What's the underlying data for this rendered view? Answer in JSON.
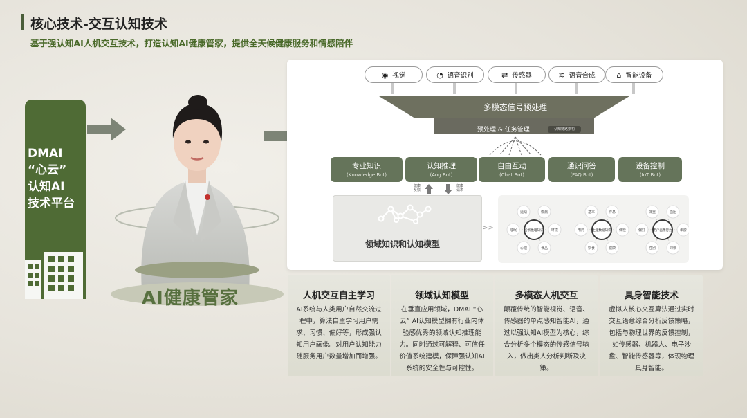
{
  "header": {
    "title": "核心技术-交互认知技术",
    "subtitle": "基于强认知AI人机交互技术，打造认知AI健康管家，提供全天候健康服务和情感陪伴"
  },
  "platform": {
    "lines": [
      "DMAI",
      "“心云”",
      "认知AI",
      "技术平台"
    ]
  },
  "avatar": {
    "label": "AI健康管家"
  },
  "sensors": [
    {
      "icon": "eye-icon",
      "glyph": "◉",
      "label": "视觉"
    },
    {
      "icon": "ear-icon",
      "glyph": "◔",
      "label": "语音识别"
    },
    {
      "icon": "sensor-icon",
      "glyph": "⇄",
      "label": "传感器"
    },
    {
      "icon": "waveform-icon",
      "glyph": "≋",
      "label": "语音合成"
    },
    {
      "icon": "router-icon",
      "glyph": "⌂",
      "label": "智能设备"
    }
  ],
  "processing": {
    "funnel_label": "多模态信号预处理",
    "box_label": "预处理 & 任务管理",
    "tag": "认知链路架构"
  },
  "bots": [
    {
      "name": "专业知识",
      "en": "(Knowledge Bot)"
    },
    {
      "name": "认知推理",
      "en": "(Aog Bot)"
    },
    {
      "name": "自由互动",
      "en": "(Chat Bot)"
    },
    {
      "name": "通识问答",
      "en": "(FAQ Bot)"
    },
    {
      "name": "设备控制",
      "en": "(IoT Bot)"
    }
  ],
  "link_labels": {
    "left": "健康反馈",
    "right": "健康请求"
  },
  "domain": {
    "label": "领域知识和认知模型"
  },
  "graph": {
    "hubs": [
      "分析推理知识",
      "生理数据知识",
      "用户画像行为"
    ],
    "nodes": [
      "环境",
      "食品",
      "心理",
      "睡眠",
      "运动",
      "慢病",
      "体检",
      "健康",
      "饮食",
      "用药",
      "基本",
      "作息",
      "年龄",
      "习惯",
      "性别",
      "偏好",
      "体重",
      "血压"
    ]
  },
  "columns": [
    {
      "title": "人机交互自主学习",
      "body": "AI系统与人类用户自然交流过程中，算法自主学习用户需求、习惯、偏好等，形成强认知用户画像。对用户认知能力随服务用户数量增加而增强。"
    },
    {
      "title": "领域认知模型",
      "body": "在垂直应用领域，DMAI “心云” AI认知模型拥有行业内体验感优秀的领域认知推理能力。同时通过可解释、可信任价值系统建模，保障强认知AI系统的安全性与可控性。"
    },
    {
      "title": "多模态人机交互",
      "body": "颠覆传统的智能视觉、语音、传感器的单点感知智能AI，通过以强认知AI模型为核心，综合分析多个模态的传感信号输入，做出类人分析判断及决策。"
    },
    {
      "title": "具身智能技术",
      "body": "虚拟人核心交互算法通过实时交互语意综合分析反馈策略，包括与物理世界的反馈控制，如传感器、机器人、电子沙盘、智能传感器等，体现物理具身智能。"
    }
  ],
  "colors": {
    "green": "#4f6b35",
    "bot": "#65745a",
    "funnel": "#6e705f"
  }
}
